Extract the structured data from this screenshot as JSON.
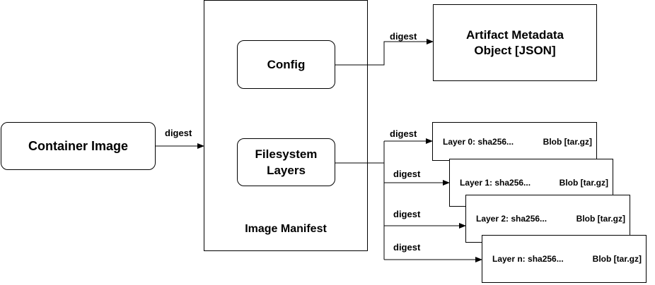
{
  "nodes": {
    "container_image": "Container Image",
    "image_manifest": "Image Manifest",
    "config": "Config",
    "filesystem_layers_line1": "Filesystem",
    "filesystem_layers_line2": "Layers",
    "artifact_line1": "Artifact Metadata",
    "artifact_line2": "Object [JSON]"
  },
  "edges": {
    "container_to_manifest": "digest",
    "config_to_artifact": "digest",
    "to_layer_0": "digest",
    "to_layer_1": "digest",
    "to_layer_2": "digest",
    "to_layer_n": "digest"
  },
  "layers": [
    {
      "name": "Layer 0: sha256...",
      "blob": "Blob [tar.gz]"
    },
    {
      "name": "Layer 1: sha256...",
      "blob": "Blob [tar.gz]"
    },
    {
      "name": "Layer 2: sha256...",
      "blob": "Blob [tar.gz]"
    },
    {
      "name": "Layer n: sha256...",
      "blob": "Blob [tar.gz]"
    }
  ]
}
